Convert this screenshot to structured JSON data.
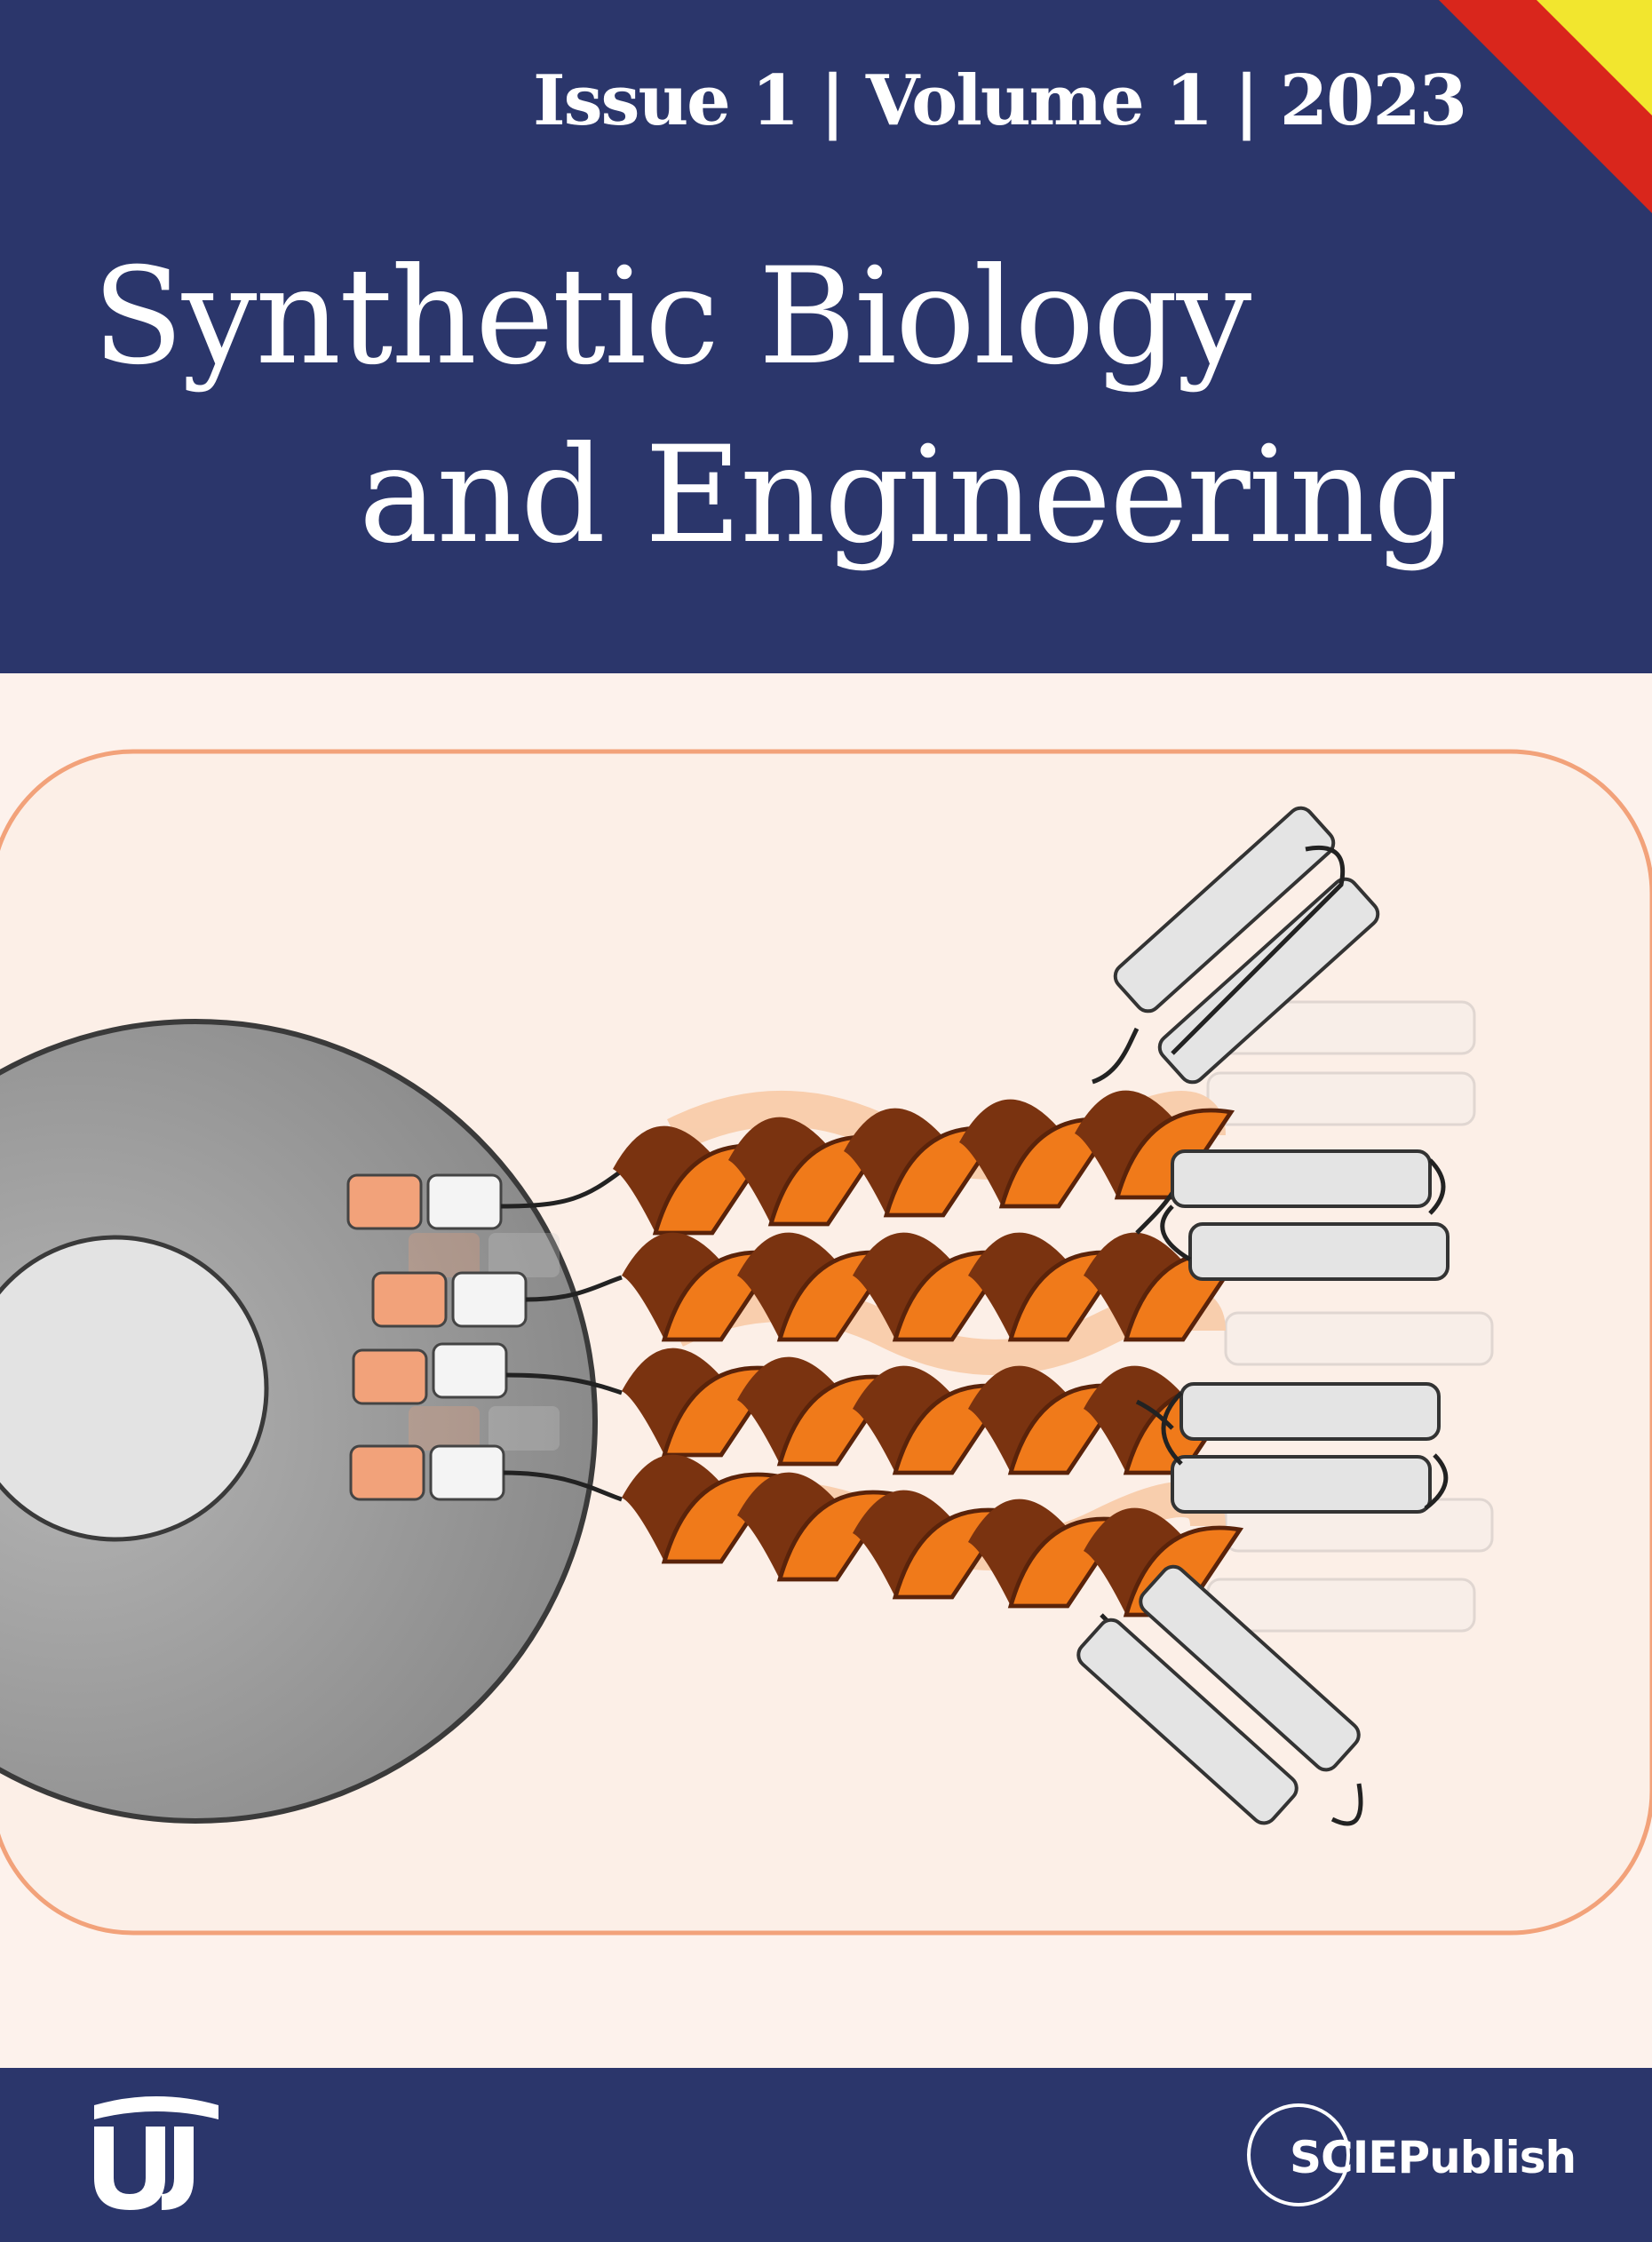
{
  "cover": {
    "issue_line": "Issue 1 | Volume 1 | 2023",
    "title_line1": "Synthetic Biology",
    "title_line2": "and Engineering"
  },
  "publisher": {
    "name": "SCIEPublish"
  },
  "colors": {
    "header_bg": "#2b366b",
    "page_bg": "#fdf2ec",
    "accent_orange": "#f07a1a",
    "accent_brown": "#7a3310",
    "corner_red": "#d9261c",
    "corner_yellow": "#f2e62e"
  },
  "icons": {
    "left_logo": "journal-logo-icon",
    "right_logo": "publisher-logo-icon"
  }
}
